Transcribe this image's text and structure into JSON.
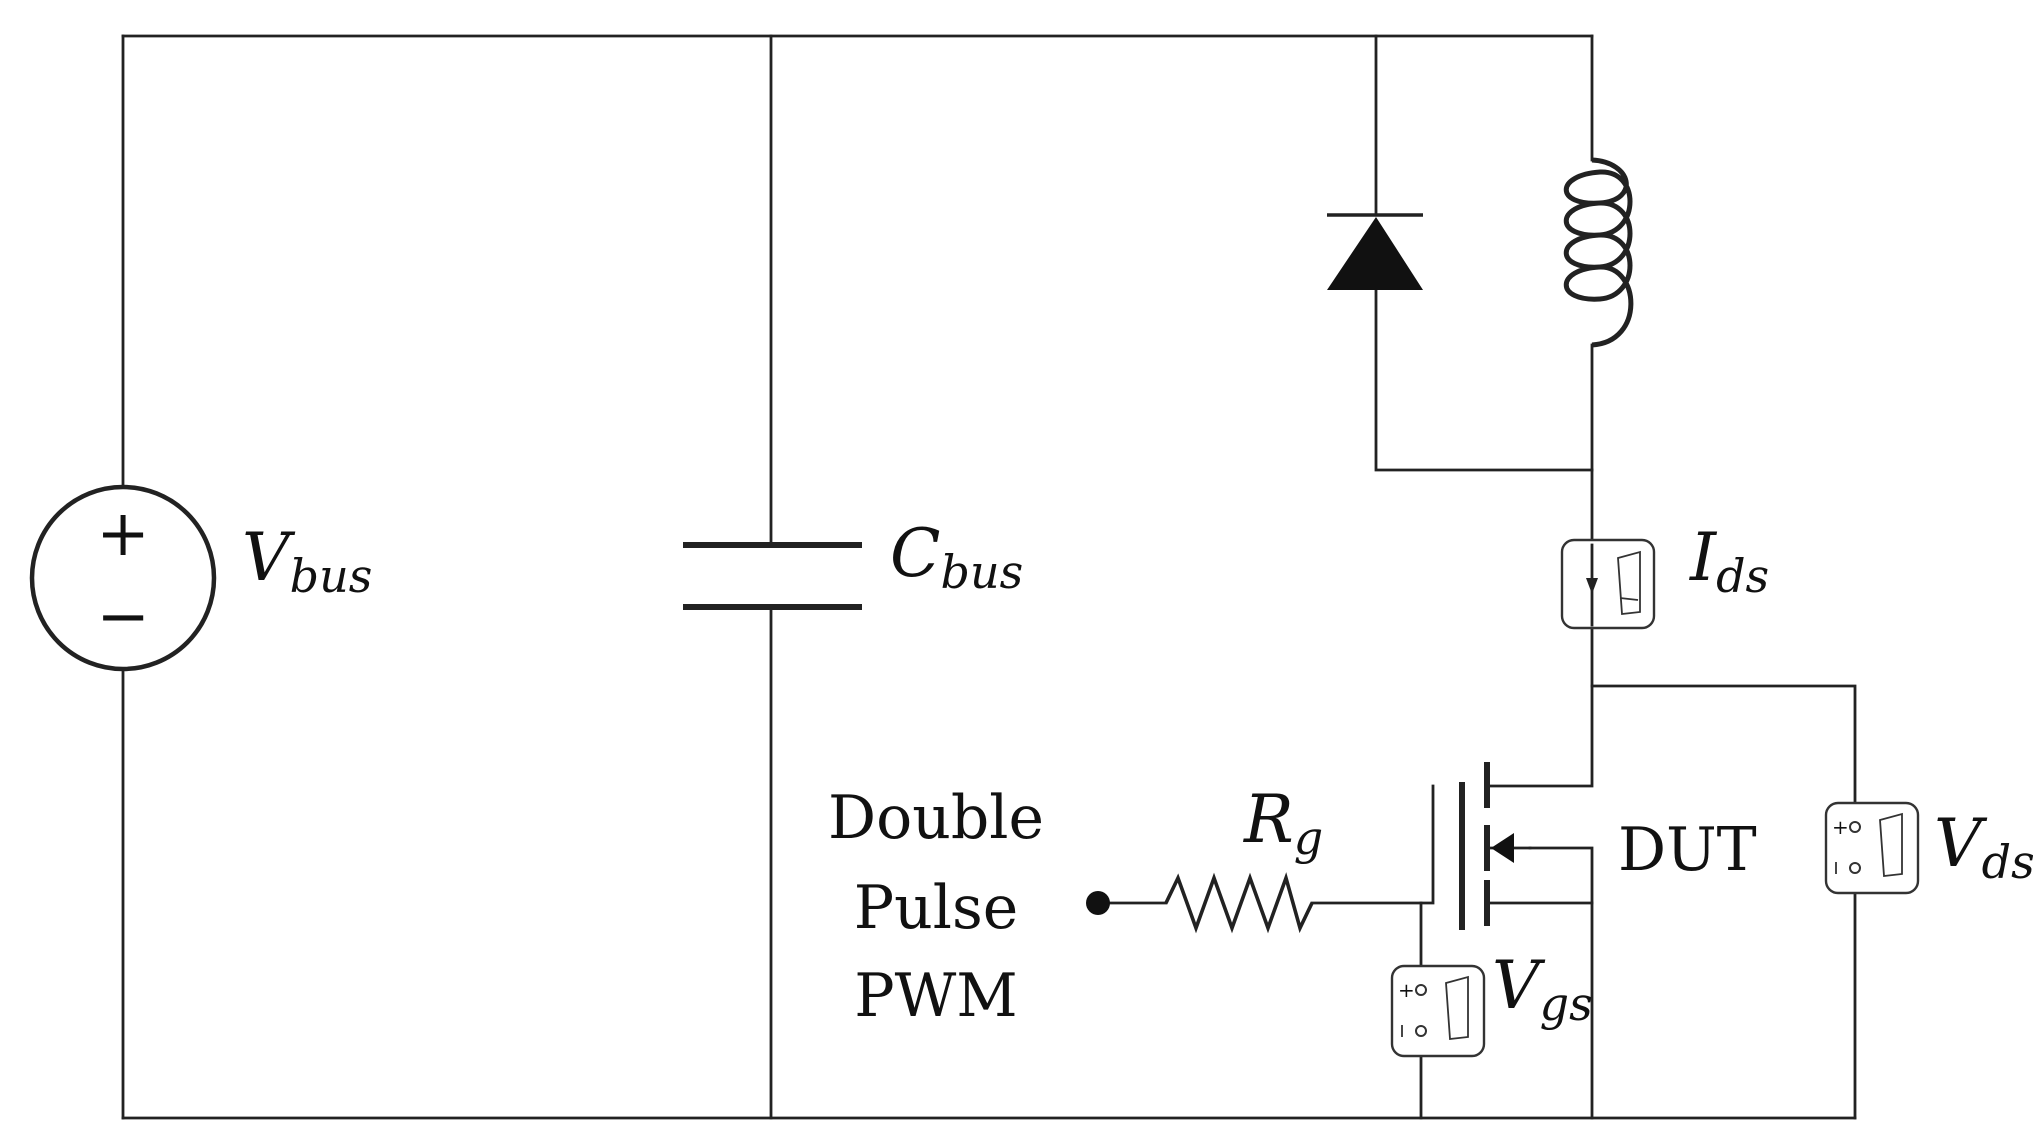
{
  "labels": {
    "vbus": {
      "main": "V",
      "sub": "bus"
    },
    "cbus": {
      "main": "C",
      "sub": "bus"
    },
    "ids": {
      "main": "I",
      "sub": "ds"
    },
    "vds": {
      "main": "V",
      "sub": "ds"
    },
    "vgs": {
      "main": "V",
      "sub": "gs"
    },
    "rg": {
      "main": "R",
      "sub": "g"
    },
    "dut": "DUT",
    "pwm": {
      "line1": "Double",
      "line2": "Pulse",
      "line3": "PWM"
    },
    "source_plus": "+",
    "source_minus": "−"
  }
}
